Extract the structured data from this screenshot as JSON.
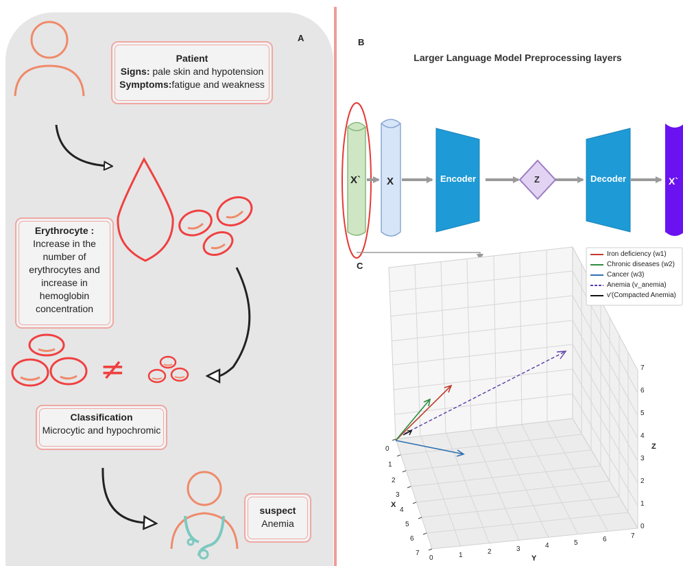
{
  "panel_a": {
    "label": "A",
    "patient_box": {
      "title": "Patient",
      "signs_label": "Signs:",
      "signs_text": " pale skin and hypotension",
      "symptoms_label": "Symptoms:",
      "symptoms_text": "fatigue and weakness"
    },
    "erythrocyte_box": {
      "title": "Erythrocyte :",
      "text": "Increase in the number of erythrocytes and increase in hemoglobin concentration"
    },
    "not_equal_symbol": "≠",
    "classification_box": {
      "title": "Classification",
      "text": "Microcytic and hypochromic"
    },
    "suspect_box": {
      "title": "suspect",
      "text": "Anemia"
    }
  },
  "panel_b": {
    "label": "B",
    "title": "Larger Language Model Preprocessing layers",
    "nodes": [
      "X`",
      "X",
      "Encoder",
      "Z",
      "Decoder",
      "X`"
    ]
  },
  "panel_c": {
    "label": "C",
    "legend": [
      {
        "label": "Iron deficiency (w1)",
        "color": "#c0392b",
        "style": "solid"
      },
      {
        "label": "Chronic diseases (w2)",
        "color": "#2e8b3e",
        "style": "solid"
      },
      {
        "label": "Cancer (w3)",
        "color": "#2f6fb0",
        "style": "solid"
      },
      {
        "label": "Anemia (v_anemia)",
        "color": "#5b3aa6",
        "style": "dashed"
      },
      {
        "label": "v'(Compacted Anemia)",
        "color": "#111111",
        "style": "solid"
      }
    ],
    "x_axis": {
      "label": "X",
      "ticks": [
        "0",
        "1",
        "2",
        "3",
        "4",
        "5",
        "6",
        "7"
      ]
    },
    "y_axis": {
      "label": "Y",
      "ticks": [
        "0",
        "1",
        "2",
        "3",
        "4",
        "5",
        "6",
        "7"
      ]
    },
    "z_axis": {
      "label": "Z",
      "ticks": [
        "0",
        "1",
        "2",
        "3",
        "4",
        "5",
        "6",
        "7"
      ]
    }
  },
  "colors": {
    "panel_a_bg": "#e6e6e6",
    "box_border": "#f0a7a2",
    "drop_red": "#f04040",
    "person_orange": "#ef8a6a",
    "stethoscope_teal": "#7cc9c0",
    "encoder_blue": "#1e9ad6",
    "latent_purple": "#e3d3f3",
    "output_violet": "#6a12f0",
    "divider_pink": "#f29a9a"
  }
}
